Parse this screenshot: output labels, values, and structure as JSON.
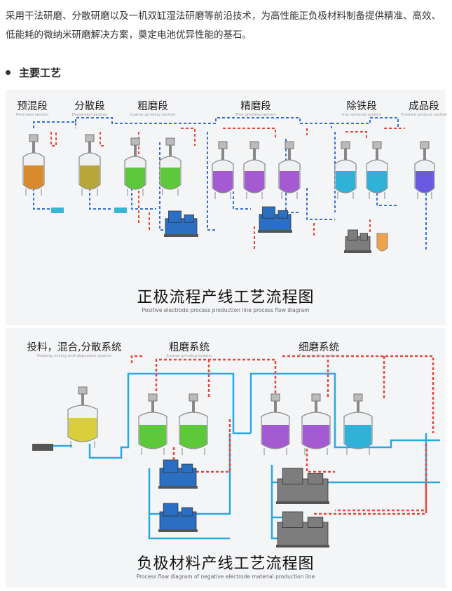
{
  "intro_text": "采用干法研磨、分散研磨以及一机双缸湿法研磨等前沿技术，为高性能正负极材料制备提供精准、高效、低能耗的微纳米研磨解决方案，奠定电池优异性能的基石。",
  "section_title": "主要工艺",
  "positive_diagram": {
    "title": "正极流程产线工艺流程图",
    "subtitle": "Positive electrode process production line process flow diagram",
    "stages": [
      {
        "zh": "预混段",
        "en": "Premixed section"
      },
      {
        "zh": "分散段",
        "en": "Dispersion section"
      },
      {
        "zh": "粗磨段",
        "en": "Coarse grinding section"
      },
      {
        "zh": "精磨段",
        "en": "Fine grinding section"
      },
      {
        "zh": "除铁段",
        "en": "Iron removal section"
      },
      {
        "zh": "成品段",
        "en": "Finished product section"
      }
    ]
  },
  "negative_diagram": {
    "title": "负极材料产线工艺流程图",
    "subtitle": "Process flow diagram of negative electrode material production line",
    "stages": [
      {
        "zh": "投料，混合,分散系统",
        "en": "Feeding mixing and dispersion system"
      },
      {
        "zh": "粗磨系统",
        "en": "Coarse grinding system"
      },
      {
        "zh": "细磨系统",
        "en": "Fine grinding system"
      }
    ]
  },
  "colors": {
    "premix_tank": "#d98a2b",
    "dispersion_tank": "#b7a63a",
    "coarse_tank": "#5cc83a",
    "fine_tank": "#a45ad0",
    "iron_tank": "#2fb1d8",
    "product_tank": "#6a5ae0",
    "neg_mix_tank": "#d8cf3a",
    "mill_blue": "#2b6fc2",
    "mill_gray": "#7d7d7d",
    "pipe_blue": "#3a6fd8",
    "pipe_red": "#e5483a",
    "pipe_cyan": "#2aa8e0"
  }
}
